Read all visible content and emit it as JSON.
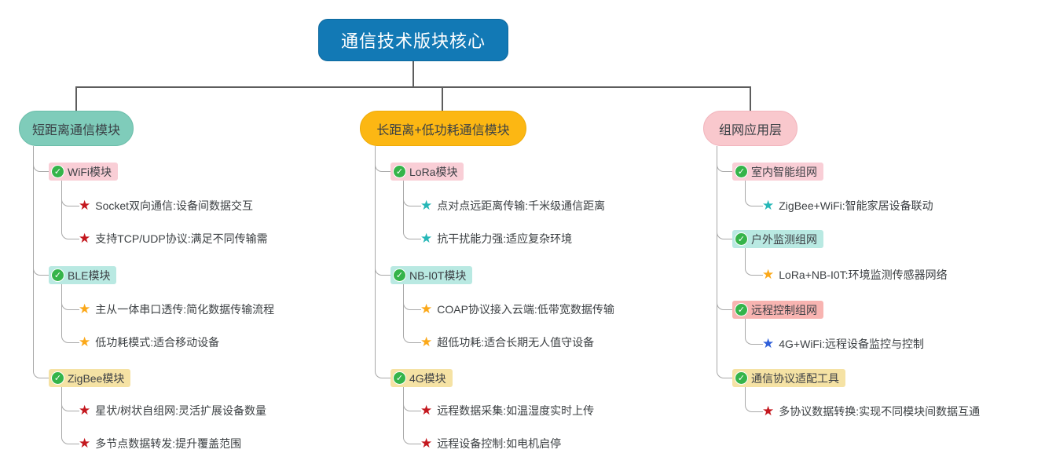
{
  "title": "通信技术版块核心",
  "colors": {
    "root_bg": "#1279b5",
    "branch_short_range_bg": "#7fccba",
    "branch_long_range_bg": "#fcb713",
    "branch_network_bg": "#f9c8cd",
    "topic_pink_bg": "#f9ced6",
    "topic_cyan_bg": "#b9e9e2",
    "topic_yellow_bg": "#f5e2a4",
    "topic_salmon_bg": "#f8b4b1",
    "check_green": "#35b44a",
    "star_red": "#c4181f",
    "star_orange": "#fba819",
    "star_teal": "#26b7b7",
    "star_blue": "#2f5fd9"
  },
  "branches": [
    {
      "label": "短距离通信模块",
      "children": [
        {
          "label": "WiFi模块",
          "icon": "check-circle",
          "items": [
            {
              "label": "Socket双向通信:设备间数据交互",
              "icon": "red-star"
            },
            {
              "label": "支持TCP/UDP协议:满足不同传输需",
              "icon": "red-star"
            }
          ]
        },
        {
          "label": "BLE模块",
          "icon": "check-circle",
          "items": [
            {
              "label": "主从一体串口透传:简化数据传输流程",
              "icon": "orange-star"
            },
            {
              "label": "低功耗模式:适合移动设备",
              "icon": "orange-star"
            }
          ]
        },
        {
          "label": "ZigBee模块",
          "icon": "check-circle",
          "items": [
            {
              "label": "星状/树状自组网:灵活扩展设备数量",
              "icon": "red-star"
            },
            {
              "label": "多节点数据转发:提升覆盖范围",
              "icon": "red-star"
            }
          ]
        }
      ]
    },
    {
      "label": "长距离+低功耗通信模块",
      "children": [
        {
          "label": "LoRa模块",
          "icon": "check-circle",
          "items": [
            {
              "label": "点对点远距离传输:千米级通信距离",
              "icon": "teal-star"
            },
            {
              "label": "抗干扰能力强:适应复杂环境",
              "icon": "teal-star"
            }
          ]
        },
        {
          "label": "NB-I0T模块",
          "icon": "check-circle",
          "items": [
            {
              "label": "COAP协议接入云端:低带宽数据传输",
              "icon": "orange-star"
            },
            {
              "label": "超低功耗:适合长期无人值守设备",
              "icon": "orange-star"
            }
          ]
        },
        {
          "label": "4G模块",
          "icon": "check-circle",
          "items": [
            {
              "label": "远程数据采集:如温湿度实时上传",
              "icon": "red-star"
            },
            {
              "label": "远程设备控制:如电机启停",
              "icon": "red-star"
            }
          ]
        }
      ]
    },
    {
      "label": "组网应用层",
      "children": [
        {
          "label": "室内智能组网",
          "icon": "check-circle",
          "items": [
            {
              "label": "ZigBee+WiFi:智能家居设备联动",
              "icon": "teal-star"
            }
          ]
        },
        {
          "label": "户外监测组网",
          "icon": "check-circle",
          "items": [
            {
              "label": "LoRa+NB-I0T:环境监测传感器网络",
              "icon": "orange-star"
            }
          ]
        },
        {
          "label": "远程控制组网",
          "icon": "check-circle",
          "items": [
            {
              "label": "4G+WiFi:远程设备监控与控制",
              "icon": "blue-star"
            }
          ]
        },
        {
          "label": "通信协议适配工具",
          "icon": "check-circle",
          "items": [
            {
              "label": "多协议数据转换:实现不同模块间数据互通",
              "icon": "red-star"
            }
          ]
        }
      ]
    }
  ]
}
